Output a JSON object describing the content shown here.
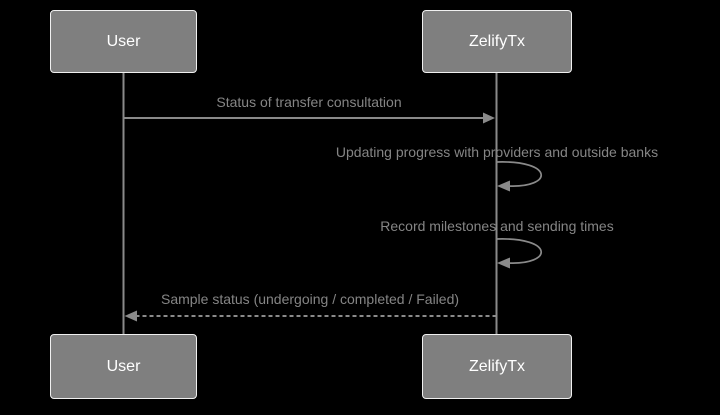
{
  "diagram": {
    "type": "sequence-diagram",
    "colors": {
      "background": "#000000",
      "actor_fill": "#7f7f7f",
      "actor_border": "#f0f0f0",
      "actor_text": "#ffffff",
      "line": "#8a8a8a",
      "message_text": "#858585"
    },
    "actors": [
      {
        "id": "user",
        "label": "User"
      },
      {
        "id": "zelifytx",
        "label": "ZelifyTx"
      }
    ],
    "messages": [
      {
        "from": "user",
        "to": "zelifytx",
        "style": "solid-arrow",
        "label": "Status of transfer consultation"
      },
      {
        "from": "zelifytx",
        "to": "zelifytx",
        "style": "self-loop",
        "label": "Updating progress with providers and outside banks"
      },
      {
        "from": "zelifytx",
        "to": "zelifytx",
        "style": "self-loop",
        "label": "Record milestones and sending times"
      },
      {
        "from": "zelifytx",
        "to": "user",
        "style": "dashed-arrow",
        "label": "Sample status (undergoing / completed / Failed)"
      }
    ]
  }
}
